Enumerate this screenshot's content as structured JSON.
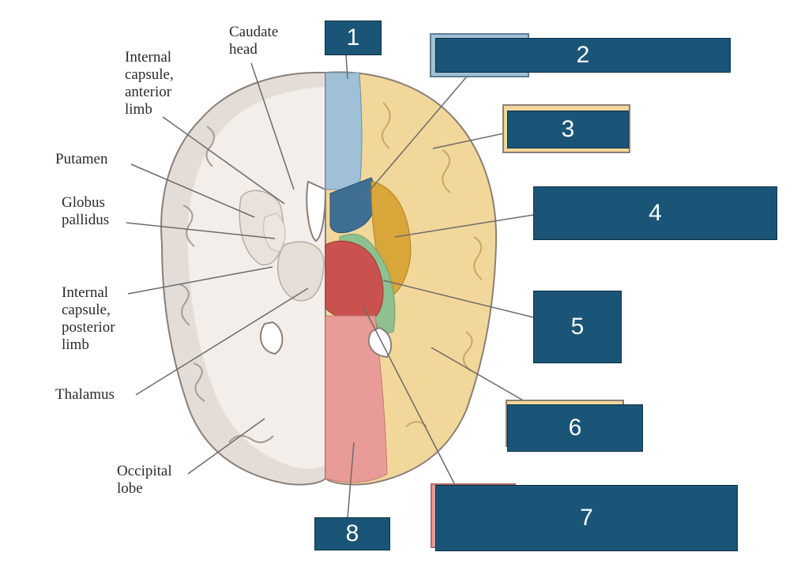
{
  "left_labels": {
    "caudate_head": "Caudate\nhead",
    "internal_capsule_anterior": "Internal\ncapsule,\nanterior\nlimb",
    "putamen": "Putamen",
    "globus_pallidus": "Globus\npallidus",
    "internal_capsule_posterior": "Internal\ncapsule,\nposterior\nlimb",
    "thalamus": "Thalamus",
    "occipital_lobe": "Occipital\nlobe"
  },
  "answer_boxes": [
    "1",
    "2",
    "3",
    "4",
    "5",
    "6",
    "7",
    "8"
  ],
  "colors": {
    "box_fill": "#1a5577",
    "box_border": "#0d2f44",
    "region_blue_light": "#9fc0d6",
    "region_blue_dark": "#3e6f93",
    "region_yellow": "#f2d79a",
    "region_orange": "#d9a63a",
    "region_green": "#8fc08f",
    "region_red": "#c9524f",
    "region_pink": "#e99c97",
    "brain_gray": "#ded7d1"
  }
}
